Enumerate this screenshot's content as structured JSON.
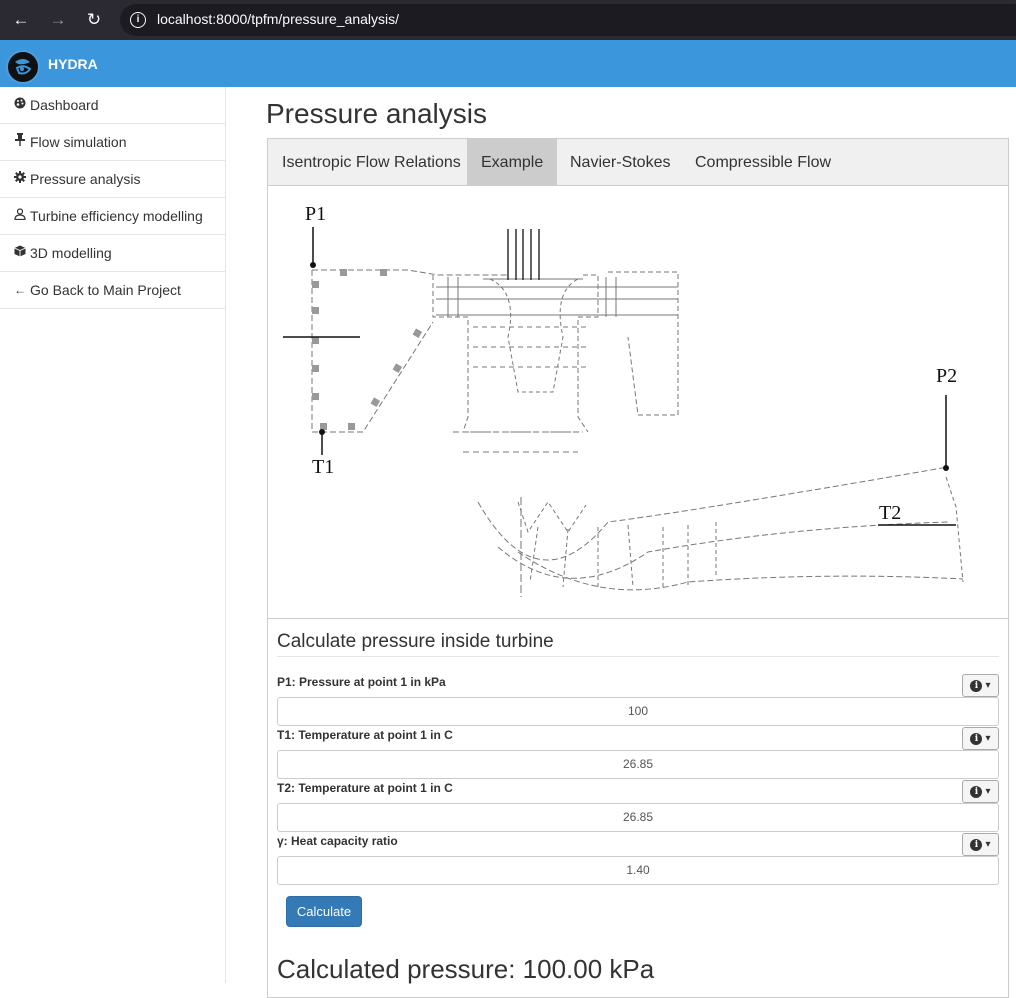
{
  "browser": {
    "back_icon": "arrow-left-icon",
    "forward_icon": "arrow-right-icon",
    "reload_icon": "reload-icon",
    "url_host": "localhost",
    "url_rest": ":8000/tpfm/pressure_analysis/"
  },
  "navbar": {
    "brand": "HYDRA",
    "color": "#3c96dc"
  },
  "sidebar": {
    "items": [
      {
        "label": "Dashboard",
        "icon": "palette-icon"
      },
      {
        "label": "Flow simulation",
        "icon": "pin-icon"
      },
      {
        "label": "Pressure analysis",
        "icon": "gear-icon"
      },
      {
        "label": "Turbine efficiency modelling",
        "icon": "user-icon"
      },
      {
        "label": "3D modelling",
        "icon": "cube-icon"
      },
      {
        "label": "Go Back to Main Project",
        "icon": "arrow-left-icon"
      }
    ]
  },
  "main": {
    "title": "Pressure analysis",
    "tabs": [
      {
        "label": "Isentropic Flow Relations",
        "active": false
      },
      {
        "label": "Example",
        "active": true
      },
      {
        "label": "Navier-Stokes",
        "active": false
      },
      {
        "label": "Compressible Flow",
        "active": false
      }
    ],
    "diagram_labels": {
      "p1": "P1",
      "t1": "T1",
      "p2": "P2",
      "t2": "T2"
    },
    "form": {
      "title": "Calculate pressure inside turbine",
      "fields": [
        {
          "label": "P1: Pressure at point 1 in kPa",
          "value": "100"
        },
        {
          "label": "T1: Temperature at point 1 in C",
          "value": "26.85"
        },
        {
          "label": "T2: Temperature at point 1 in C",
          "value": "26.85"
        },
        {
          "label": "γ: Heat capacity ratio",
          "value": "1.40"
        }
      ],
      "submit_label": "Calculate"
    },
    "result": "Calculated pressure: 100.00 kPa"
  }
}
